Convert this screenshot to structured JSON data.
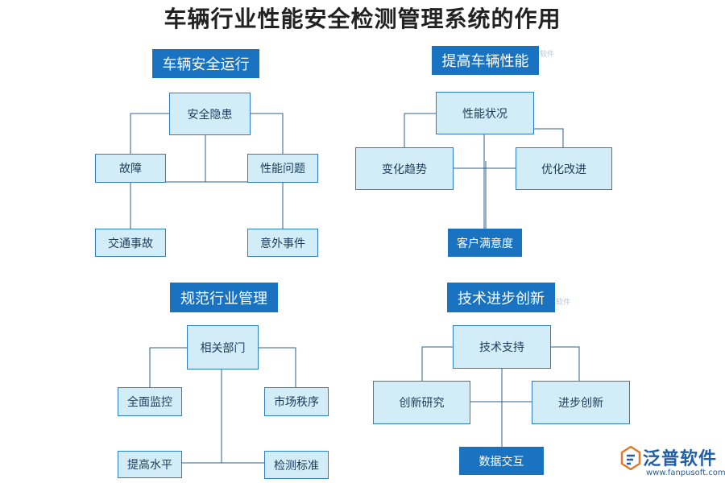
{
  "title": "车辆行业性能安全检测管理系统的作用",
  "panels": {
    "safety": {
      "header": "车辆安全运行",
      "center": "安全隐患",
      "left": "故障",
      "right": "性能问题",
      "bottom_left": "交通事故",
      "bottom_right": "意外事件"
    },
    "performance": {
      "header": "提高车辆性能",
      "center": "性能状况",
      "left": "变化趋势",
      "right": "优化改进",
      "bottom": "客户满意度"
    },
    "regulation": {
      "header": "规范行业管理",
      "center": "相关部门",
      "left": "全面监控",
      "right": "市场秩序",
      "bottom_left": "提高水平",
      "bottom_right": "检测标准"
    },
    "innovation": {
      "header": "技术进步创新",
      "center": "技术支持",
      "left": "创新研究",
      "right": "进步创新",
      "bottom": "数据交互"
    }
  },
  "watermark": "软件",
  "logo": {
    "name": "泛普软件",
    "url": "www.fanpusoft.com",
    "icon": "fanpu-logo-icon"
  },
  "colors": {
    "header_bg": "#1a73c0",
    "node_bg": "#d2ecf8",
    "node_border": "#2f7fbf",
    "line": "#2c5f8a"
  }
}
